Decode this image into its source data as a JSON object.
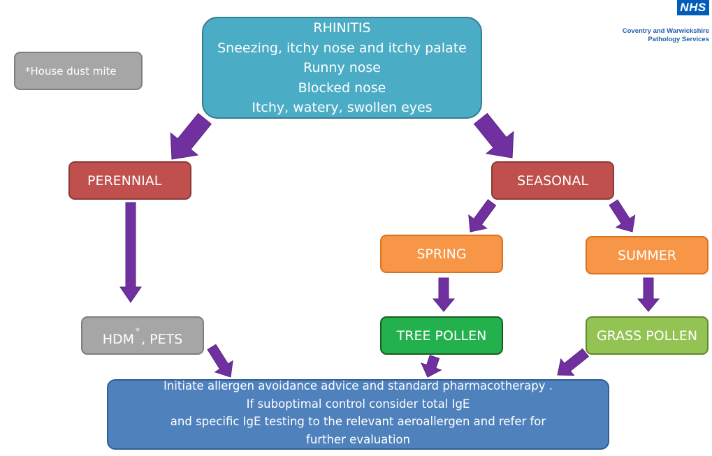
{
  "logo": {
    "nhs": "NHS",
    "line1": "Coventry and Warwickshire",
    "line2": "Pathology Services"
  },
  "note": "*House dust mite",
  "rhinitis": {
    "title": "RHINITIS",
    "symptoms": [
      "Sneezing, itchy nose and itchy palate",
      "Runny nose",
      "Blocked nose",
      "Itchy, watery, swollen eyes"
    ]
  },
  "perennial": "PERENNIAL",
  "seasonal": "SEASONAL",
  "spring": "SPRING",
  "summer": "SUMMER",
  "hdm": {
    "label": "HDM",
    "marker": "*",
    "rest": ", PETS"
  },
  "tree_pollen": "TREE POLLEN",
  "grass_pollen": "GRASS POLLEN",
  "action": {
    "lines": [
      "Initiate allergen avoidance advice and standard pharmacotherapy .",
      "If suboptimal control consider total IgE",
      "and specific IgE testing to the relevant aeroallergen and refer for",
      "further evaluation"
    ]
  },
  "colors": {
    "rhinitis": "#4bacc6",
    "perennial": "#c0504d",
    "seasonal": "#c0504d",
    "season_node": "#f79646",
    "hdm": "#a6a6a6",
    "tree_pollen": "#22b14c",
    "grass_pollen": "#92c353",
    "action": "#4f81bd",
    "arrow": "#7030a0"
  }
}
